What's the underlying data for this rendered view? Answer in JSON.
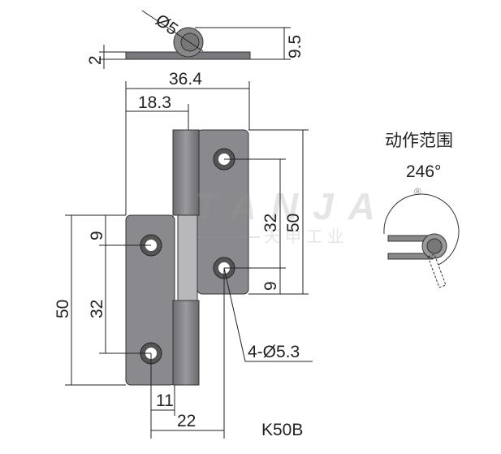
{
  "drawing": {
    "model": "K50B",
    "dimensions": {
      "pin_diameter": "Ø5",
      "knuckle_height": "9.5",
      "plate_thickness": "2",
      "total_width": "36.4",
      "half_width": "18.3",
      "leaf_height_left": "50",
      "hole_pitch_left": "32",
      "hole_offset_left": "9",
      "leaf_height_right": "50",
      "hole_pitch_right": "32",
      "hole_offset_right": "9",
      "holes": "4-Ø5.3",
      "hole_x": "11",
      "hole_span": "22"
    },
    "rotation": {
      "title": "动作范围",
      "angle": "246°"
    },
    "watermark": {
      "brand": "TANJA",
      "sub": "天申工业",
      "reg": "®"
    }
  }
}
